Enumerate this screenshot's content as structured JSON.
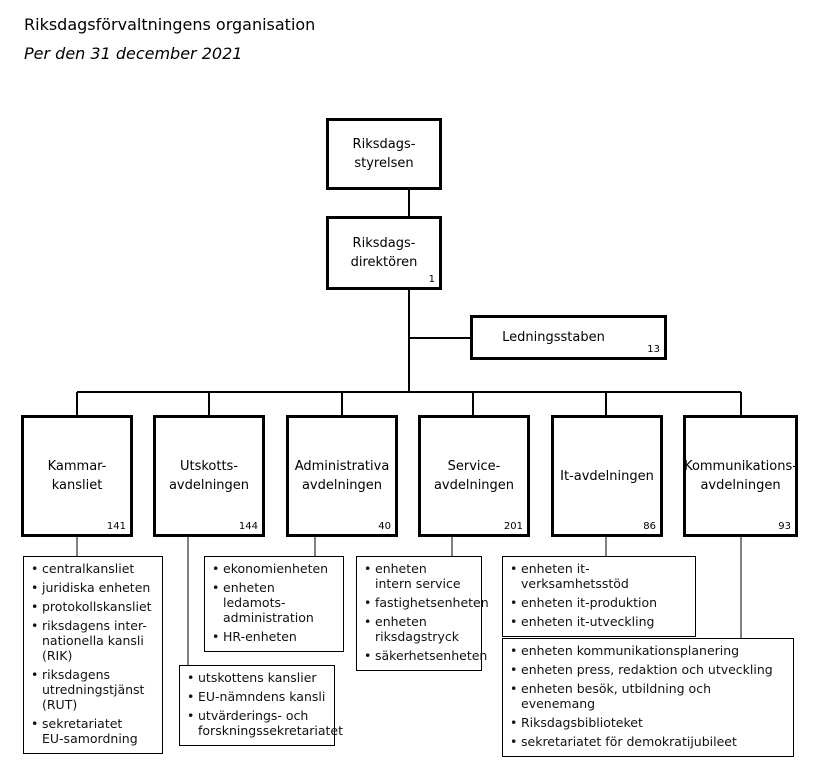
{
  "header": {
    "title": "Riksdagsförvaltningens organisation",
    "subtitle": "Per den 31 december 2021"
  },
  "top": {
    "styrelsen": "Riksdags-\nstyrelsen",
    "direktoren": "Riksdags-\ndirektören",
    "direktoren_count": "1",
    "ledningsstaben": "Ledningsstaben",
    "ledningsstaben_count": "13"
  },
  "departments": [
    {
      "label": "Kammar-\nkansliet",
      "count": "141",
      "units": [
        "centralkansliet",
        "juridiska enheten",
        "protokollskansliet",
        "riksdagens inter-\nnationella kansli (RIK)",
        "riksdagens\nutredningstjänst\n(RUT)",
        "sekretariatet\nEU-samordning"
      ]
    },
    {
      "label": "Utskotts-\navdelningen",
      "count": "144",
      "units": [
        "utskottens kanslier",
        "EU-nämndens kansli",
        "utvärderings- och\nforskningssekretariatet"
      ]
    },
    {
      "label": "Administrativa\navdelningen",
      "count": "40",
      "units": [
        "ekonomienheten",
        "enheten ledamots-\nadministration",
        "HR-enheten"
      ]
    },
    {
      "label": "Service-\navdelningen",
      "count": "201",
      "units": [
        "enheten\nintern service",
        "fastighetsenheten",
        "enheten\nriksdagstryck",
        "säkerhetsenheten"
      ]
    },
    {
      "label": "It-avdelningen",
      "count": "86",
      "units": [
        "enheten it-verksamhetsstöd",
        "enheten it-produktion",
        "enheten it-utveckling"
      ]
    },
    {
      "label": "Kommunikations-\navdelningen",
      "count": "93",
      "units": [
        "enheten kommunikationsplanering",
        "enheten press, redaktion och utveckling",
        "enheten besök, utbildning och evenemang",
        "Riksdagsbiblioteket",
        "sekretariatet för demokratijubileet"
      ]
    }
  ]
}
